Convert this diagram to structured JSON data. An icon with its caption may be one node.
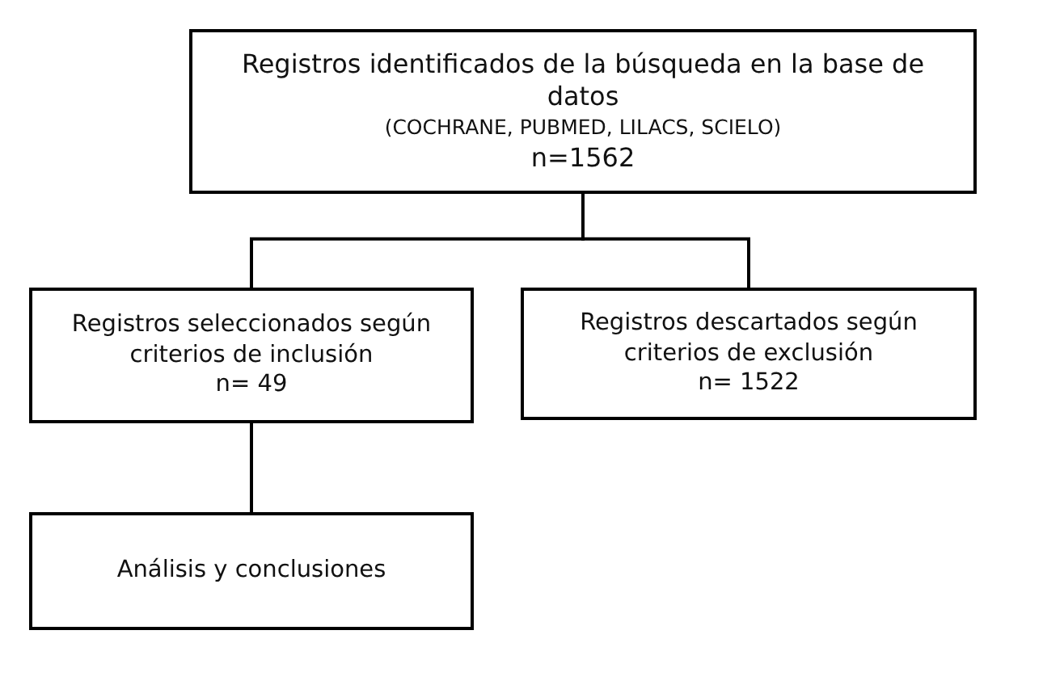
{
  "diagram": {
    "nodes": [
      {
        "text": [
          "Registros identificados de la búsqueda en la base de datos",
          "(COCHRANE, PUBMED, LILACS, SCIELO)",
          "n=1562"
        ]
      },
      {
        "text": [
          "Registros seleccionados según criterios de inclusión",
          "n= 49"
        ]
      },
      {
        "text": [
          "Registros descartados según criterios de exclusión",
          "n= 1522"
        ]
      },
      {
        "text": [
          "Análisis y conclusiones"
        ]
      }
    ],
    "edges": [
      {
        "from": 0,
        "to": 1,
        "arrow": "none"
      },
      {
        "from": 0,
        "to": 2,
        "arrow": "none"
      },
      {
        "from": 1,
        "to": 3,
        "arrow": "none"
      }
    ]
  }
}
